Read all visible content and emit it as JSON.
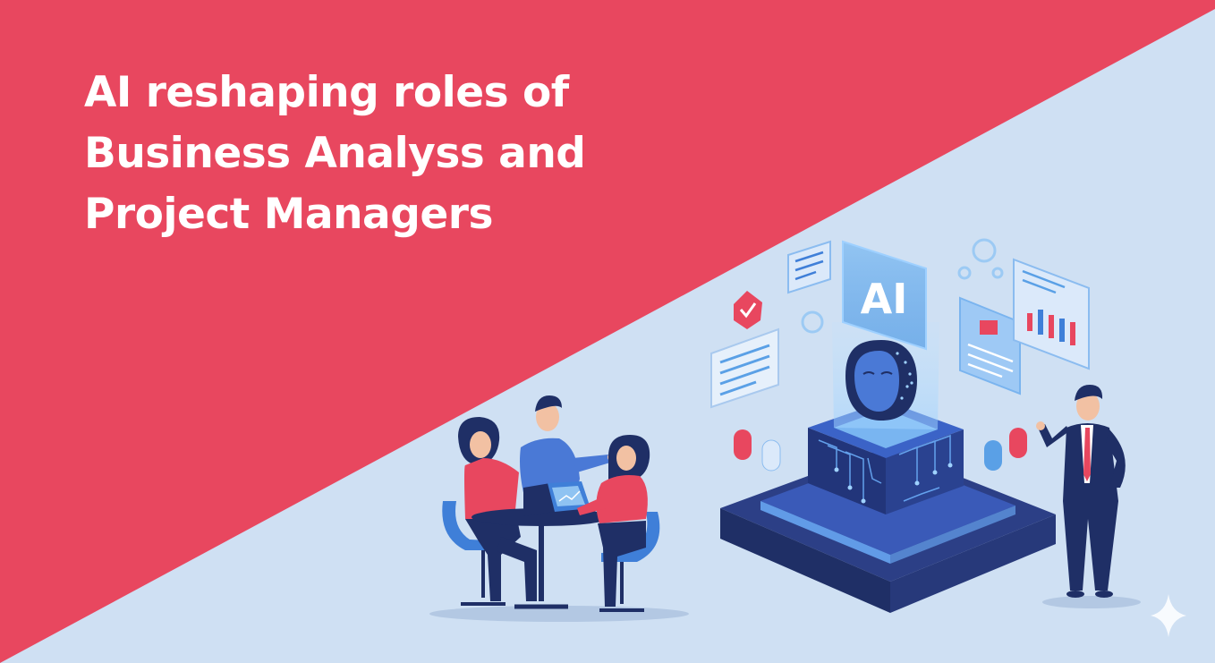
{
  "banner": {
    "title_lines": [
      "AI reshaping roles of",
      "Business Analyss and",
      "Project Managers"
    ],
    "ai_badge_text": "AI"
  },
  "colors": {
    "red_panel": "#e8475f",
    "light_panel": "#cfe0f3",
    "navy": "#1f2f66",
    "blue": "#3f7fd8",
    "accent_red": "#e8475f"
  },
  "icons": [
    "ai-head-icon",
    "chip-pedestal-icon",
    "chat-bubble-icon",
    "bar-chart-icon",
    "checkmark-shield-icon",
    "sparkle-icon"
  ]
}
